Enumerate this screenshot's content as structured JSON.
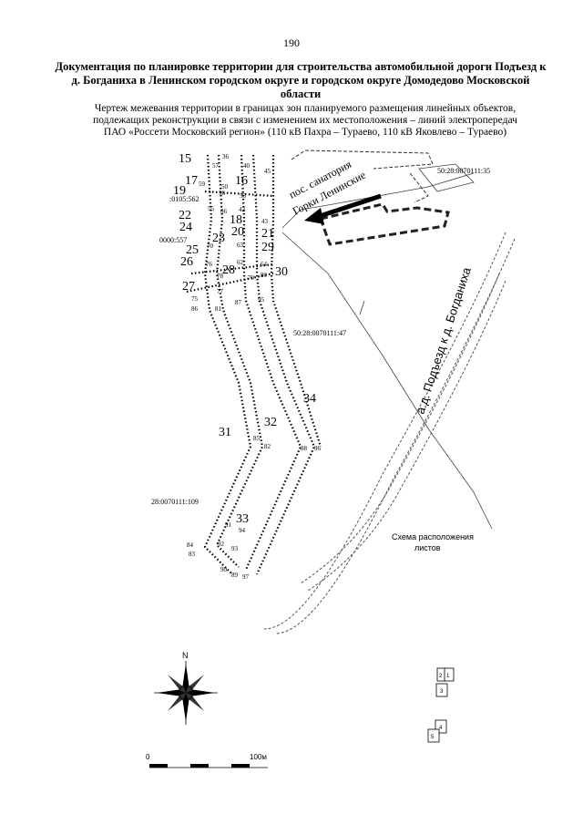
{
  "page_number": "190",
  "title": "Документация по планировке территории для строительства автомобильной дороги Подъезд к д. Богданиха в Ленинском городском округе и городском округе Домодедово Московской области",
  "subtitle": "Чертеж межевания территории в границах зон планируемого размещения линейных объектов, подлежащих реконструкции в связи с изменением их местоположения – линий электропередач ПАО «Россети Московский регион» (110 кВ Пахра – Тураево, 110 кВ Яковлево – Тураево)",
  "map": {
    "settlement_label_line1": "пос. санатория",
    "settlement_label_line2": "Горки Ленинские",
    "road_label": "а.д. Подъезд к д. Богданиха",
    "parcels": [
      "50:28:0070111:35",
      "50:28:0070111:47",
      "28:0070111:109",
      ":0105:562",
      "0000:557"
    ],
    "zone_numbers": [
      "15",
      "16",
      "17",
      "18",
      "19",
      "20",
      "21",
      "22",
      "23",
      "24",
      "25",
      "26",
      "27",
      "28",
      "29",
      "30",
      "31",
      "32",
      "33",
      "34"
    ],
    "point_numbers": [
      "36",
      "40",
      "45",
      "57",
      "59",
      "50",
      "53",
      "56",
      "55",
      "66",
      "43",
      "42",
      "63",
      "62",
      "64",
      "70",
      "76",
      "78",
      "79",
      "80",
      "77",
      "75",
      "86",
      "81",
      "87",
      "95",
      "85",
      "82",
      "88",
      "96",
      "91",
      "94",
      "92",
      "93",
      "84",
      "83",
      "90",
      "89",
      "97"
    ],
    "sheet_scheme_label_line1": "Схема расположения",
    "sheet_scheme_label_line2": "листов",
    "sheet_numbers": [
      "2",
      "1",
      "3",
      "4",
      "5"
    ],
    "north_label": "N",
    "scale_start": "0",
    "scale_end": "100м"
  }
}
